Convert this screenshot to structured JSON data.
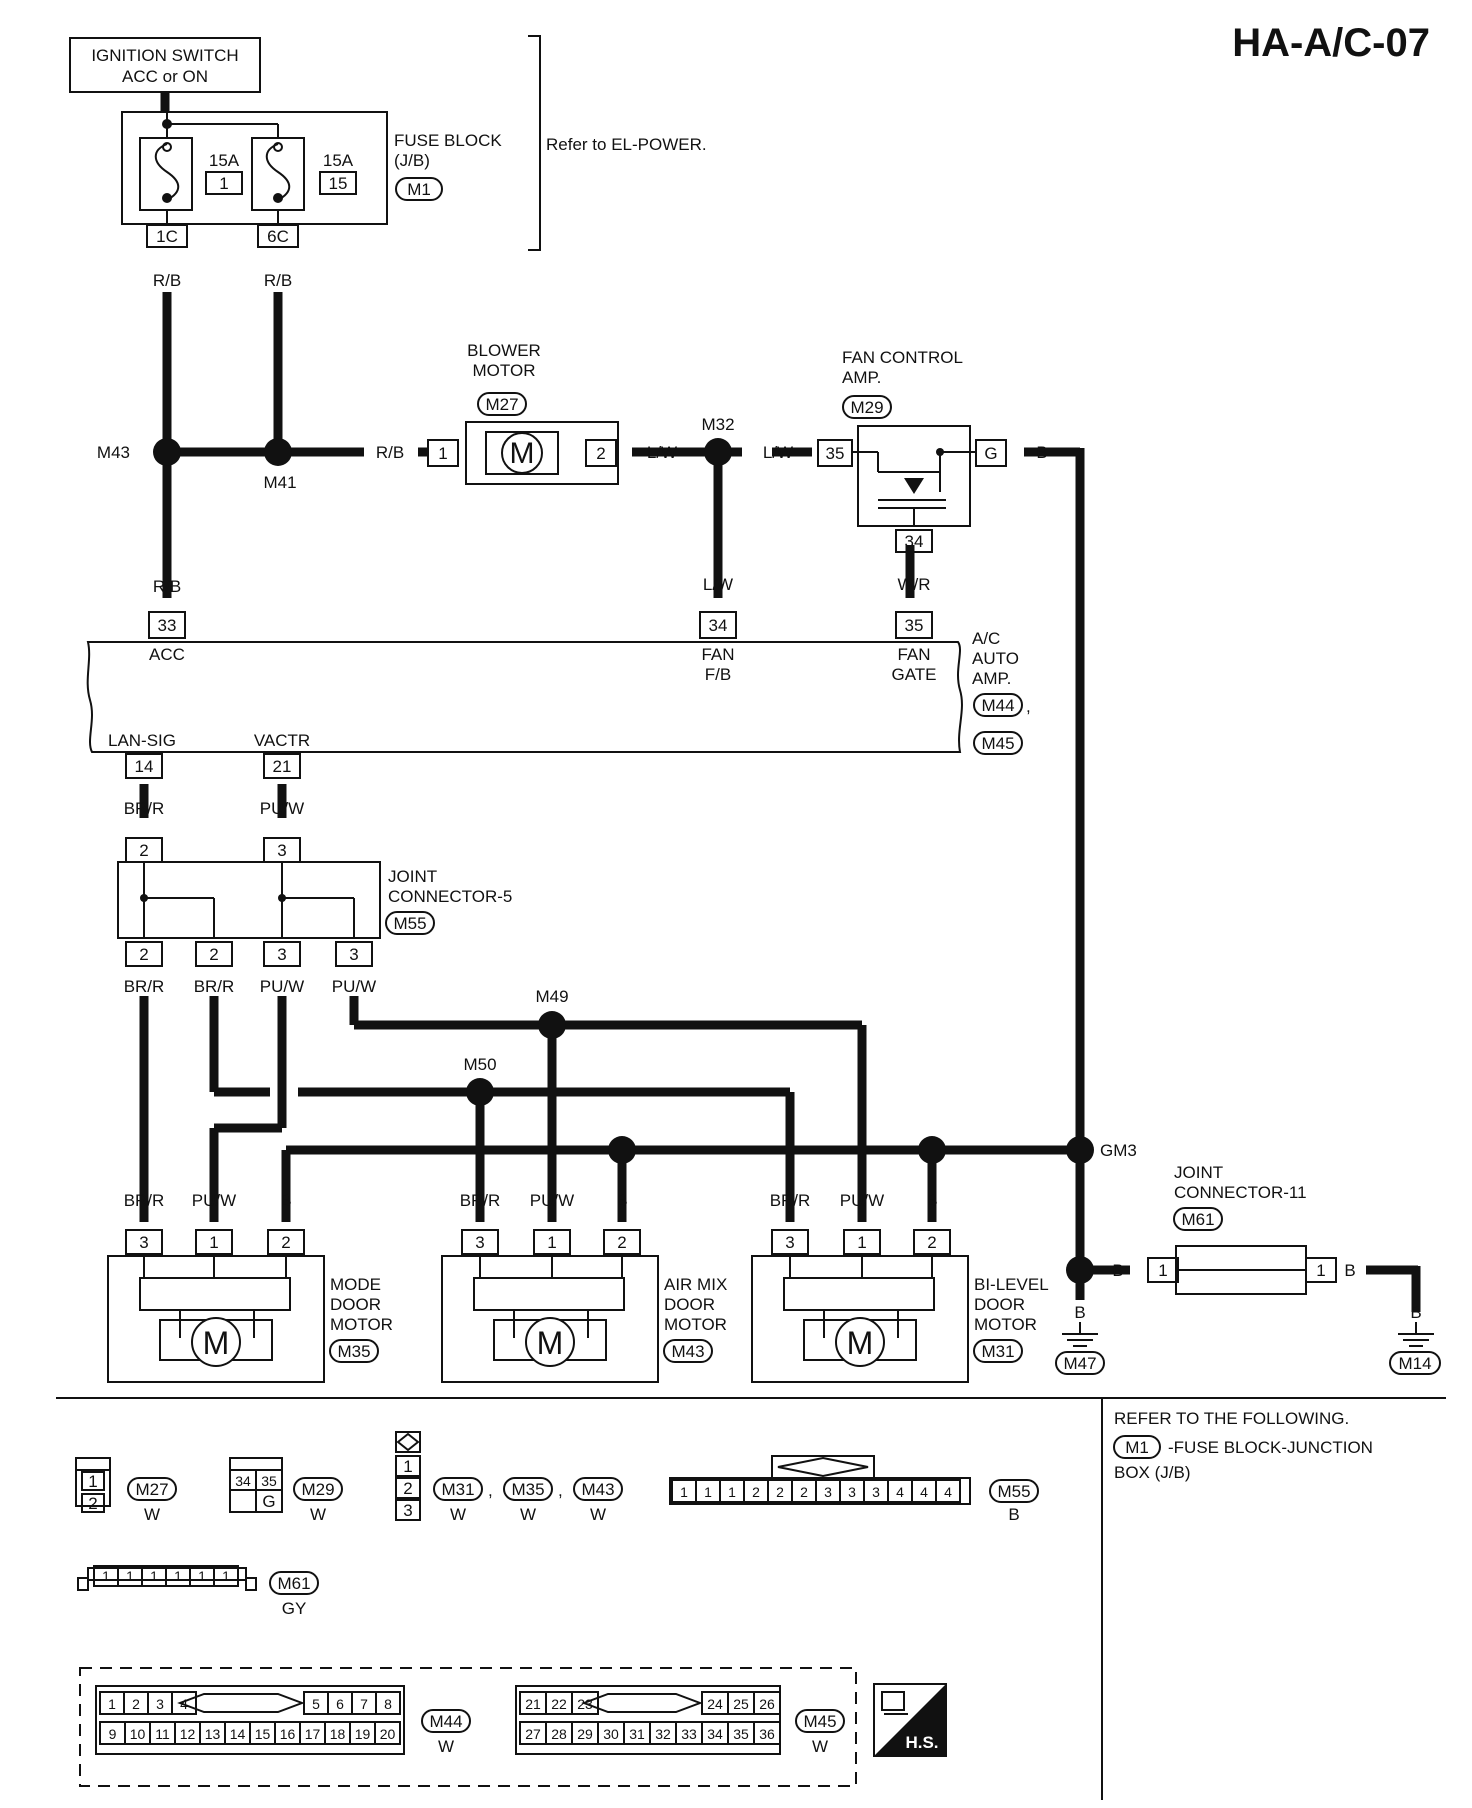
{
  "page_id": "HA-A/C-07",
  "ignition": {
    "line1": "IGNITION SWITCH",
    "line2": "ACC or ON"
  },
  "fuse_block": {
    "label1": "FUSE BLOCK",
    "label2": "(J/B)",
    "code": "M1",
    "fuse_a_amp": "15A",
    "fuse_a_num": "1",
    "fuse_b_amp": "15A",
    "fuse_b_num": "15",
    "pin_a": "1C",
    "pin_b": "6C",
    "refer": "Refer to EL-POWER."
  },
  "wires": {
    "rb": "R/B",
    "lw": "L/W",
    "wr": "W/R",
    "b": "B",
    "brr": "BR/R",
    "puw": "PU/W"
  },
  "junctions": {
    "m43": "M43",
    "m41": "M41",
    "m32": "M32",
    "m49": "M49",
    "m50": "M50",
    "gm3": "GM3"
  },
  "blower": {
    "line1": "BLOWER",
    "line2": "MOTOR",
    "code": "M27",
    "pin1": "1",
    "pin2": "2",
    "symbol": "M"
  },
  "fan_amp": {
    "line1": "FAN CONTROL",
    "line2": "AMP.",
    "code": "M29",
    "pin35": "35",
    "pinG": "G",
    "pin34": "34"
  },
  "auto_amp": {
    "line1": "A/C",
    "line2": "AUTO",
    "line3": "AMP.",
    "code1": "M44",
    "comma": ",",
    "code2": "M45",
    "pin33": "33",
    "acc": "ACC",
    "pin34": "34",
    "fan_fb1": "FAN",
    "fan_fb2": "F/B",
    "pin35": "35",
    "fan_gate1": "FAN",
    "fan_gate2": "GATE",
    "lan_sig": "LAN-SIG",
    "pin14": "14",
    "vactr": "VACTR",
    "pin21": "21"
  },
  "joint5": {
    "line1": "JOINT",
    "line2": "CONNECTOR-5",
    "code": "M55",
    "in2": "2",
    "in3": "3",
    "out2a": "2",
    "out2b": "2",
    "out3a": "3",
    "out3b": "3"
  },
  "mode_motor": {
    "line1": "MODE",
    "line2": "DOOR",
    "line3": "MOTOR",
    "code": "M35",
    "p3": "3",
    "p1": "1",
    "p2": "2",
    "symbol": "M"
  },
  "airmix_motor": {
    "line1": "AIR MIX",
    "line2": "DOOR",
    "line3": "MOTOR",
    "code": "M43",
    "p3": "3",
    "p1": "1",
    "p2": "2",
    "symbol": "M"
  },
  "bilevel_motor": {
    "line1": "BI-LEVEL",
    "line2": "DOOR",
    "line3": "MOTOR",
    "code": "M31",
    "p3": "3",
    "p1": "1",
    "p2": "2",
    "symbol": "M"
  },
  "joint11": {
    "line1": "JOINT",
    "line2": "CONNECTOR-11",
    "code": "M61",
    "pin_l": "1",
    "pin_r": "1"
  },
  "grounds": {
    "g1": "M47",
    "g2": "M14"
  },
  "legend": {
    "refer_title": "REFER TO THE FOLLOWING.",
    "refer_code": "M1",
    "refer_text1": "-FUSE BLOCK-JUNCTION",
    "refer_text2": "BOX (J/B)",
    "c_m27": {
      "code": "M27",
      "color": "W",
      "pins": [
        "1",
        "2"
      ]
    },
    "c_m29": {
      "code": "M29",
      "color": "W",
      "pins": [
        "34",
        "35",
        "G"
      ]
    },
    "c_m31": {
      "codes": [
        "M31",
        "M35",
        "M43"
      ],
      "sep": ",",
      "color": "W",
      "pins": [
        "1",
        "2",
        "3"
      ]
    },
    "c_m55": {
      "code": "M55",
      "color": "B",
      "pins": [
        "1",
        "1",
        "1",
        "2",
        "2",
        "2",
        "3",
        "3",
        "3",
        "4",
        "4",
        "4"
      ]
    },
    "c_m61": {
      "code": "M61",
      "color": "GY",
      "pins": [
        "1",
        "1",
        "1",
        "1",
        "1",
        "1"
      ]
    },
    "c_m44": {
      "code": "M44",
      "color": "W",
      "row1": [
        "1",
        "2",
        "3",
        "4",
        "5",
        "6",
        "7",
        "8"
      ],
      "row2": [
        "9",
        "10",
        "11",
        "12",
        "13",
        "14",
        "15",
        "16",
        "17",
        "18",
        "19",
        "20"
      ]
    },
    "c_m45": {
      "code": "M45",
      "color": "W",
      "row1": [
        "21",
        "22",
        "23",
        "24",
        "25",
        "26"
      ],
      "row2": [
        "27",
        "28",
        "29",
        "30",
        "31",
        "32",
        "33",
        "34",
        "35",
        "36"
      ]
    },
    "hs": "H.S."
  }
}
